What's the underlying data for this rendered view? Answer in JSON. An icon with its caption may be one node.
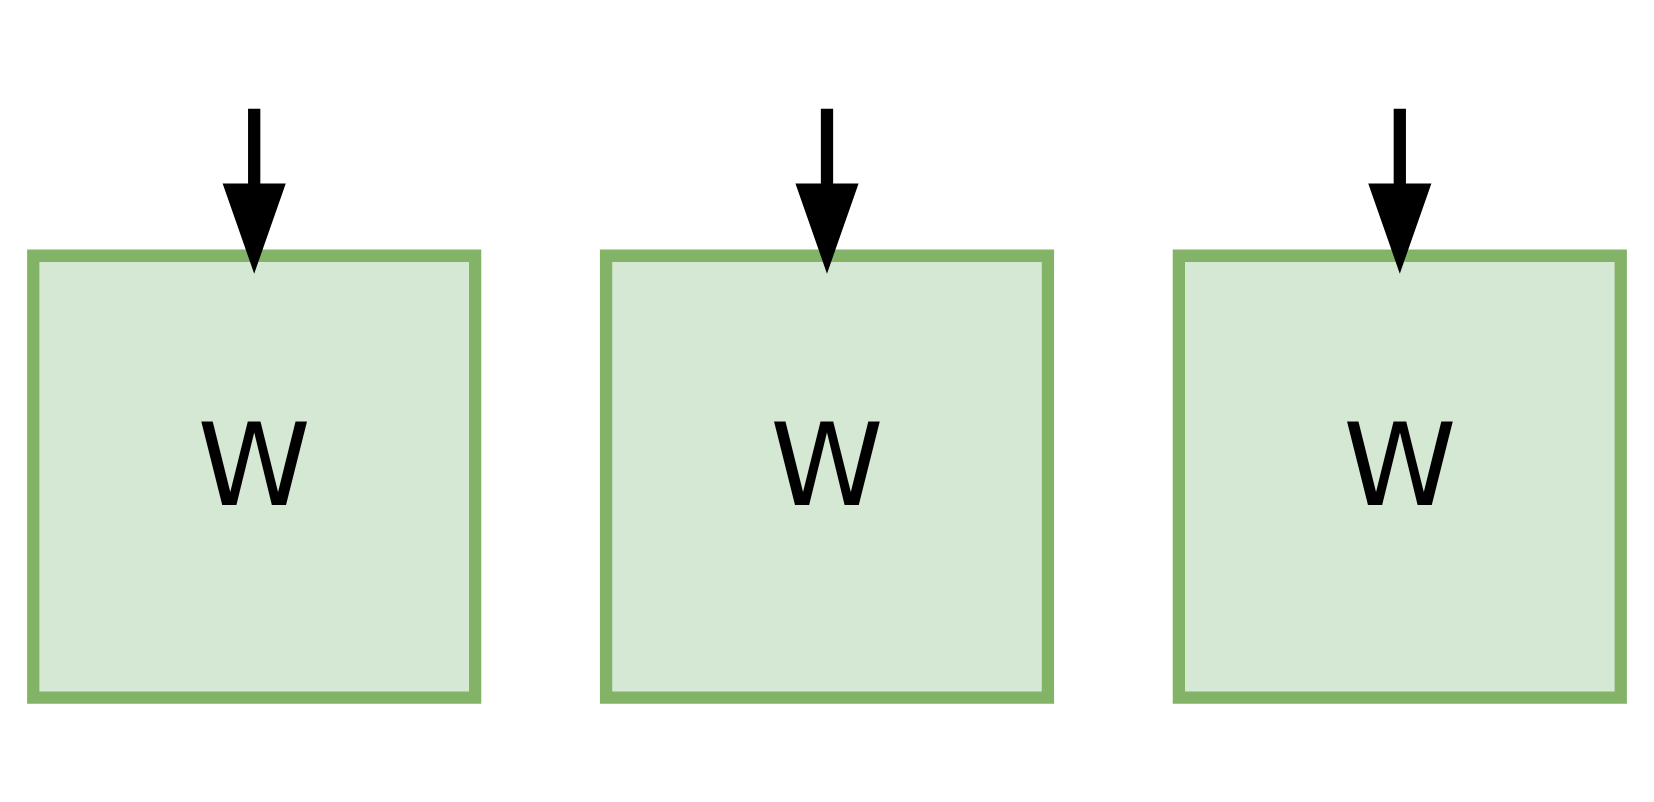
{
  "diagram": {
    "nodes": [
      {
        "text": [
          "W"
        ]
      },
      {
        "text": [
          "W"
        ]
      },
      {
        "text": [
          "W"
        ]
      }
    ],
    "edges": [
      {
        "from": null,
        "to": 0,
        "arrow": "to"
      },
      {
        "from": null,
        "to": 1,
        "arrow": "to"
      },
      {
        "from": null,
        "to": 2,
        "arrow": "to"
      }
    ]
  }
}
